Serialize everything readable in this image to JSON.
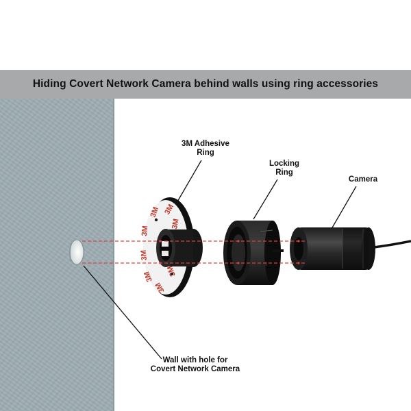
{
  "title": "Hiding Covert Network Camera behind walls using ring accessories",
  "labels": {
    "adhesive_ring": [
      "3M Adhesive",
      "Ring"
    ],
    "locking_ring": [
      "Locking",
      "Ring"
    ],
    "camera": [
      "Camera"
    ],
    "wall": [
      "Wall with hole for",
      "Covert Network Camera"
    ]
  },
  "ring_print": "3M",
  "colors": {
    "banner": "#a7a9ab",
    "wall": "#9eadb4",
    "guide_lines": "#e0403a",
    "adhesive_ring_face": "#f2f2f2",
    "ring_print": "#c0392b",
    "hardware": "#1a1a1a"
  }
}
